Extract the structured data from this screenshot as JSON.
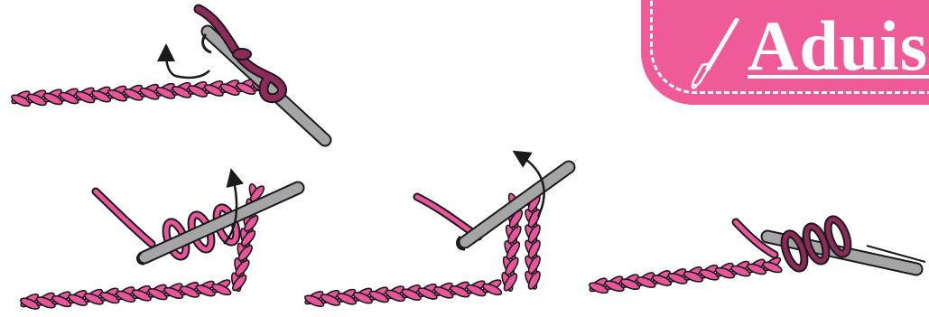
{
  "logo": {
    "text": "Aduis.",
    "brush_mark": "ADUIS",
    "color": "#ef5a98",
    "icon": "paintbrush-icon"
  },
  "colors": {
    "yarn": "#e8559a",
    "yarn_dark": "#8c2a5a",
    "hook": "#a5a5a7",
    "outline": "#1a1a1a"
  },
  "steps": [
    {
      "name": "step-1",
      "icon": "crochet-hook-icon"
    },
    {
      "name": "step-2",
      "icon": "crochet-hook-icon"
    },
    {
      "name": "step-3",
      "icon": "crochet-hook-icon"
    },
    {
      "name": "step-4",
      "icon": "crochet-hook-icon"
    }
  ]
}
